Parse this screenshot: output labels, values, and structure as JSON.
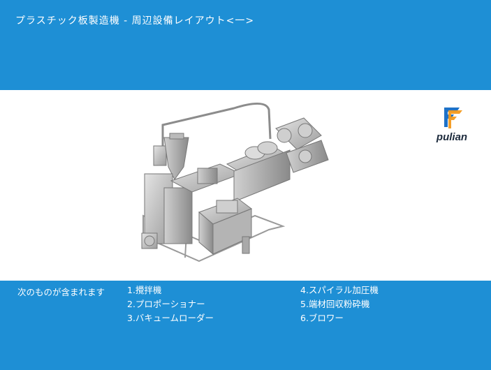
{
  "title": "プラスチック板製造機 - 周辺設備レイアウト<一>",
  "logo": {
    "text": "pulian",
    "colors": {
      "orange": "#f39a1e",
      "blue": "#1e72c8"
    }
  },
  "colors": {
    "band": "#1e8fd5"
  },
  "equipment": {
    "intro": "次のものが含まれます",
    "left_items": [
      "1.攪拌機",
      "2.プロポーショナー",
      "3.バキュームローダー"
    ],
    "right_items": [
      "4.スパイラル加圧機",
      "5.端材回収粉砕機",
      "6.ブロワー"
    ]
  }
}
